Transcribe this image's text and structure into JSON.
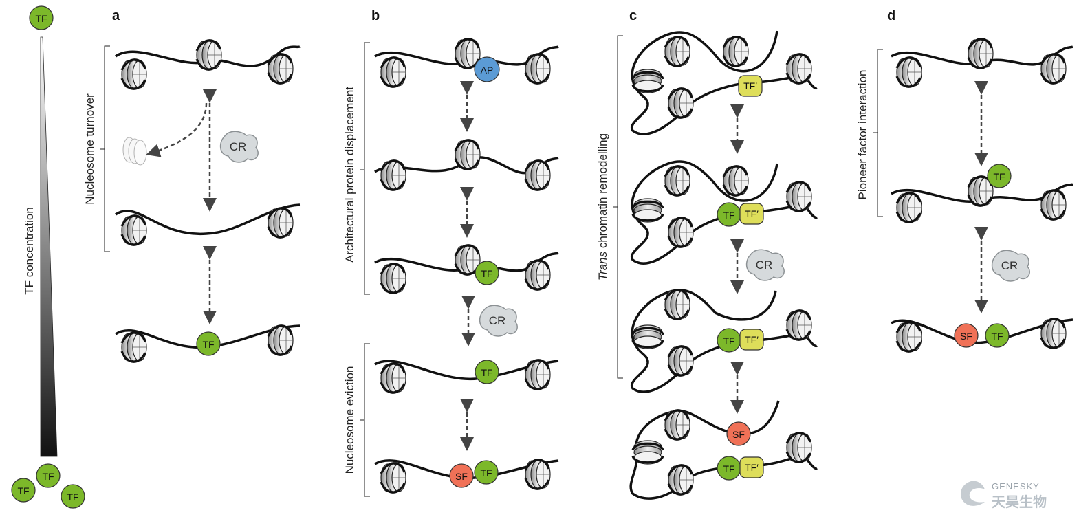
{
  "legend": {
    "tf_top_label": "TF",
    "tf_bottom_labels": [
      "TF",
      "TF",
      "TF"
    ],
    "gradient_label": "TF concentration"
  },
  "panels": [
    {
      "letter": "a",
      "side_label": "Nucleosome turnover",
      "side_label_2": ""
    },
    {
      "letter": "b",
      "side_label": "Architectural protein displacement",
      "side_label_2": "Nucleosome eviction"
    },
    {
      "letter": "c",
      "side_label_italic": "Trans",
      "side_label": " chromatin remodelling",
      "side_label_2": ""
    },
    {
      "letter": "d",
      "side_label": "Pioneer factor interaction",
      "side_label_2": ""
    }
  ],
  "labels": {
    "tf": "TF",
    "tf_prime": "TF′",
    "sf": "SF",
    "ap": "AP",
    "cr": "CR"
  },
  "colors": {
    "tf": "#7cb82a",
    "sf": "#f07157",
    "ap": "#5b9bd5",
    "tf_prime": "#dede5a",
    "cr": "#d4d8da",
    "dna": "#111111"
  },
  "watermark": {
    "line1": "GENESKY",
    "line2": "天昊生物"
  }
}
